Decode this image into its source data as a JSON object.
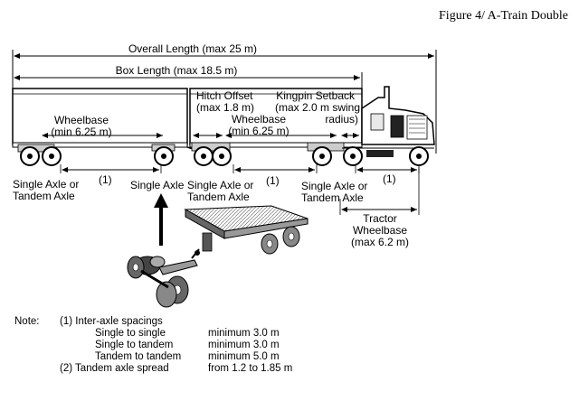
{
  "figure_title": "Figure 4/ A-Train Double",
  "dimensions": {
    "overall_length": "Overall Length (max 25 m)",
    "box_length": "Box Length (max 18.5 m)",
    "hitch_offset": [
      "Hitch Offset",
      "(max 1.8 m)"
    ],
    "kingpin_setback": [
      "Kingpin Setback",
      "(max 2.0 m swing",
      "radius)"
    ],
    "wheelbase_lead": [
      "Wheelbase",
      "(min 6.25 m)"
    ],
    "wheelbase_rear": [
      "Wheelbase",
      "(min 6.25 m)"
    ],
    "tractor_wheelbase": [
      "Tractor",
      "Wheelbase",
      "(max 6.2 m)"
    ]
  },
  "axle_labels": {
    "a1": [
      "Single Axle or",
      "Tandem Axle"
    ],
    "a2": "Single Axle",
    "a3": [
      "Single Axle or",
      "Tandem Axle"
    ],
    "a4": [
      "Single Axle or",
      "Tandem Axle"
    ],
    "spacing_mark_1": "(1)",
    "spacing_mark_2": "(1)",
    "spacing_mark_3": "(1)"
  },
  "notes": {
    "heading": "Note:",
    "item1": "(1)  Inter-axle spacings",
    "rows": [
      {
        "label": "Single to single",
        "value": "minimum 3.0 m"
      },
      {
        "label": "Single to tandem",
        "value": "minimum 3.0 m"
      },
      {
        "label": "Tandem to tandem",
        "value": "minimum 5.0 m"
      }
    ],
    "item2_label": "(2)  Tandem axle spread",
    "item2_value": "from 1.2 to 1.85 m"
  }
}
